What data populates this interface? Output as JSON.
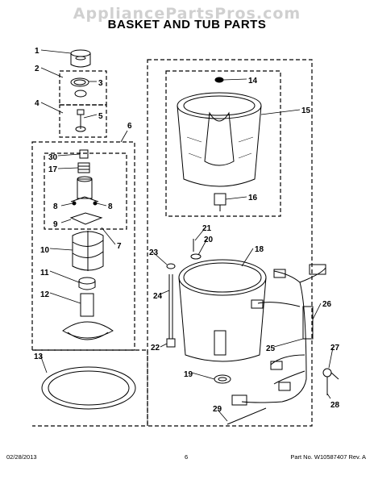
{
  "watermark": "AppliancePartsPros.com",
  "title": "BASKET AND TUB PARTS",
  "footer": {
    "date": "02/28/2013",
    "page": "6",
    "part_no": "Part No.  W10587407  Rev.  A"
  },
  "callouts": [
    "1",
    "2",
    "3",
    "4",
    "5",
    "6",
    "30",
    "17",
    "8",
    "8",
    "9",
    "7",
    "10",
    "11",
    "12",
    "13",
    "14",
    "15",
    "16",
    "21",
    "20",
    "23",
    "18",
    "24",
    "26",
    "25",
    "27",
    "22",
    "19",
    "28",
    "29"
  ]
}
